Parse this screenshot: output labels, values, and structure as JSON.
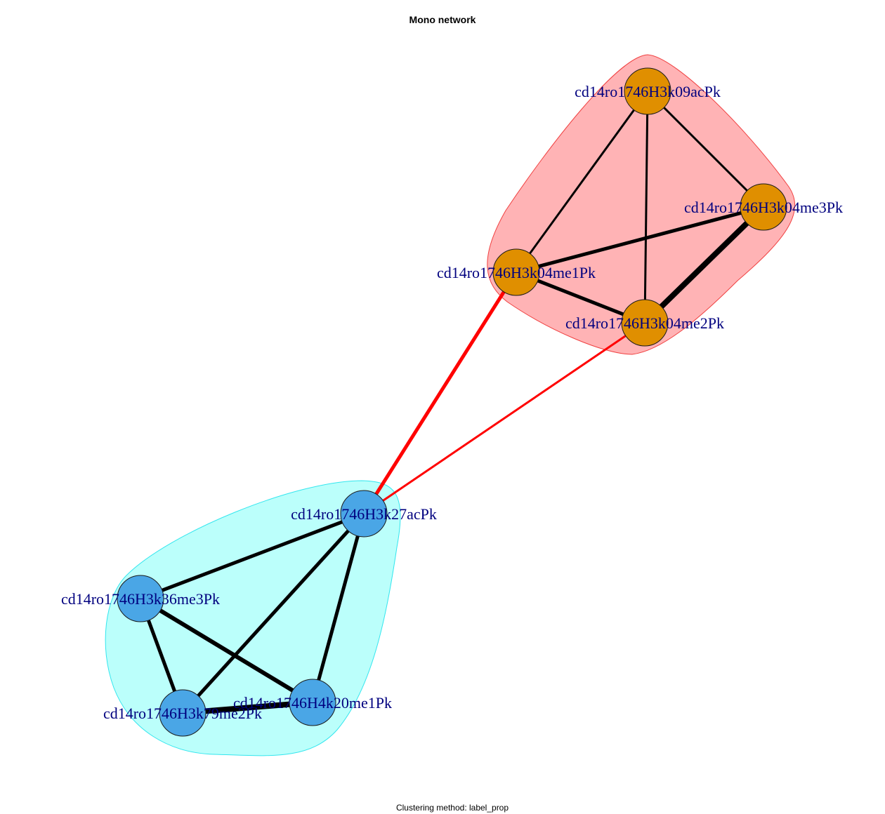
{
  "title": "Mono network",
  "footer": "Clustering method: label_prop",
  "colors": {
    "cluster_red_fill": "#ffb3b5",
    "cluster_red_stroke": "#f04040",
    "cluster_cyan_fill": "#bbfffb",
    "cluster_cyan_stroke": "#33e6ee",
    "node_orange": "#e08f00",
    "node_blue": "#4aa6e6",
    "edge_intra": "#000000",
    "edge_inter": "#ff0000",
    "label": "#00007f"
  },
  "clusters": [
    {
      "id": "cluster-1",
      "color": "red",
      "members": [
        "H3k09ac",
        "H3k04me3",
        "H3k04me1",
        "H3k04me2"
      ]
    },
    {
      "id": "cluster-2",
      "color": "cyan",
      "members": [
        "H3k27ac",
        "H3k36me3",
        "H3k79me2",
        "H4k20me1"
      ]
    }
  ],
  "nodes": [
    {
      "id": "H3k09ac",
      "label": "cd14ro1746H3k09acPk",
      "cluster": 1
    },
    {
      "id": "H3k04me3",
      "label": "cd14ro1746H3k04me3Pk",
      "cluster": 1
    },
    {
      "id": "H3k04me1",
      "label": "cd14ro1746H3k04me1Pk",
      "cluster": 1
    },
    {
      "id": "H3k04me2",
      "label": "cd14ro1746H3k04me2Pk",
      "cluster": 1
    },
    {
      "id": "H3k27ac",
      "label": "cd14ro1746H3k27acPk",
      "cluster": 2
    },
    {
      "id": "H3k36me3",
      "label": "cd14ro1746H3k36me3Pk",
      "cluster": 2
    },
    {
      "id": "H3k79me2",
      "label": "cd14ro1746H3k79me2Pk",
      "cluster": 2
    },
    {
      "id": "H4k20me1",
      "label": "cd14ro1746H4k20me1Pk",
      "cluster": 2
    }
  ],
  "edges": [
    {
      "from": "H3k09ac",
      "to": "H3k04me1",
      "weight": 3,
      "type": "intra"
    },
    {
      "from": "H3k09ac",
      "to": "H3k04me2",
      "weight": 3,
      "type": "intra"
    },
    {
      "from": "H3k09ac",
      "to": "H3k04me3",
      "weight": 3,
      "type": "intra"
    },
    {
      "from": "H3k04me1",
      "to": "H3k04me3",
      "weight": 5,
      "type": "intra"
    },
    {
      "from": "H3k04me1",
      "to": "H3k04me2",
      "weight": 5,
      "type": "intra"
    },
    {
      "from": "H3k04me3",
      "to": "H3k04me2",
      "weight": 8,
      "type": "intra"
    },
    {
      "from": "H3k04me1",
      "to": "H3k27ac",
      "weight": 5,
      "type": "inter"
    },
    {
      "from": "H3k04me2",
      "to": "H3k27ac",
      "weight": 3,
      "type": "inter"
    },
    {
      "from": "H3k27ac",
      "to": "H3k36me3",
      "weight": 5,
      "type": "intra"
    },
    {
      "from": "H3k27ac",
      "to": "H3k79me2",
      "weight": 5,
      "type": "intra"
    },
    {
      "from": "H3k27ac",
      "to": "H4k20me1",
      "weight": 5,
      "type": "intra"
    },
    {
      "from": "H3k36me3",
      "to": "H3k79me2",
      "weight": 5,
      "type": "intra"
    },
    {
      "from": "H3k36me3",
      "to": "H4k20me1",
      "weight": 6,
      "type": "intra"
    },
    {
      "from": "H3k79me2",
      "to": "H4k20me1",
      "weight": 8,
      "type": "intra"
    }
  ]
}
